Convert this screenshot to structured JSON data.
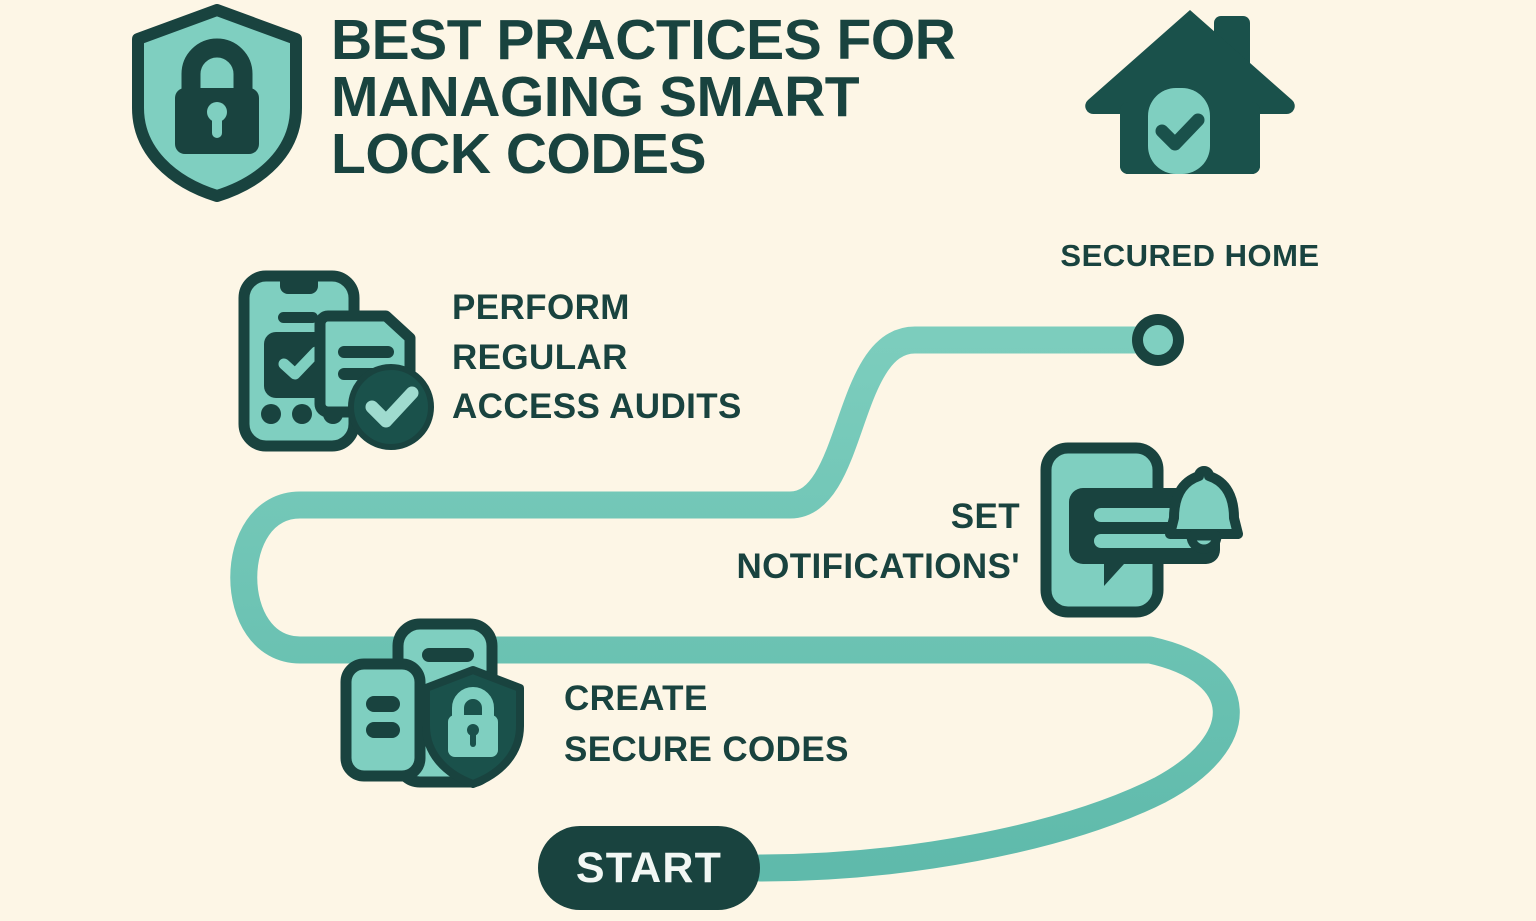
{
  "page": {
    "background_color": "#fdf6e6",
    "title": "BEST PRACTICES FOR\nMANAGING SMART\nLOCK CODES"
  },
  "theme": {
    "dark_teal": "#19433f",
    "mid_teal": "#1d5a54",
    "light_teal": "#7fcfc0",
    "path_teal": "#6cc3b4",
    "cream": "#fdf6e6",
    "start_text": "#f2f7f4"
  },
  "header": {
    "shield_icon": "shield-lock-icon"
  },
  "flow": {
    "start": {
      "label": "START"
    },
    "steps": [
      {
        "id": "create-secure-codes",
        "order": 1,
        "label": "CREATE\nSECURE CODES",
        "icon": "cards-shield-lock-icon"
      },
      {
        "id": "set-notifications",
        "order": 2,
        "label": "SET\nNOTIFICATIONS'",
        "icon": "phone-message-bell-icon"
      },
      {
        "id": "perform-regular-access-audits",
        "order": 3,
        "label": "PERFORM\nREGULAR\nACCESS AUDITS",
        "icon": "phone-document-check-icon"
      }
    ],
    "end": {
      "id": "secured-home",
      "label": "SECURED HOME",
      "icon": "house-check-icon",
      "endpoint_marker": "endpoint-dot"
    }
  }
}
